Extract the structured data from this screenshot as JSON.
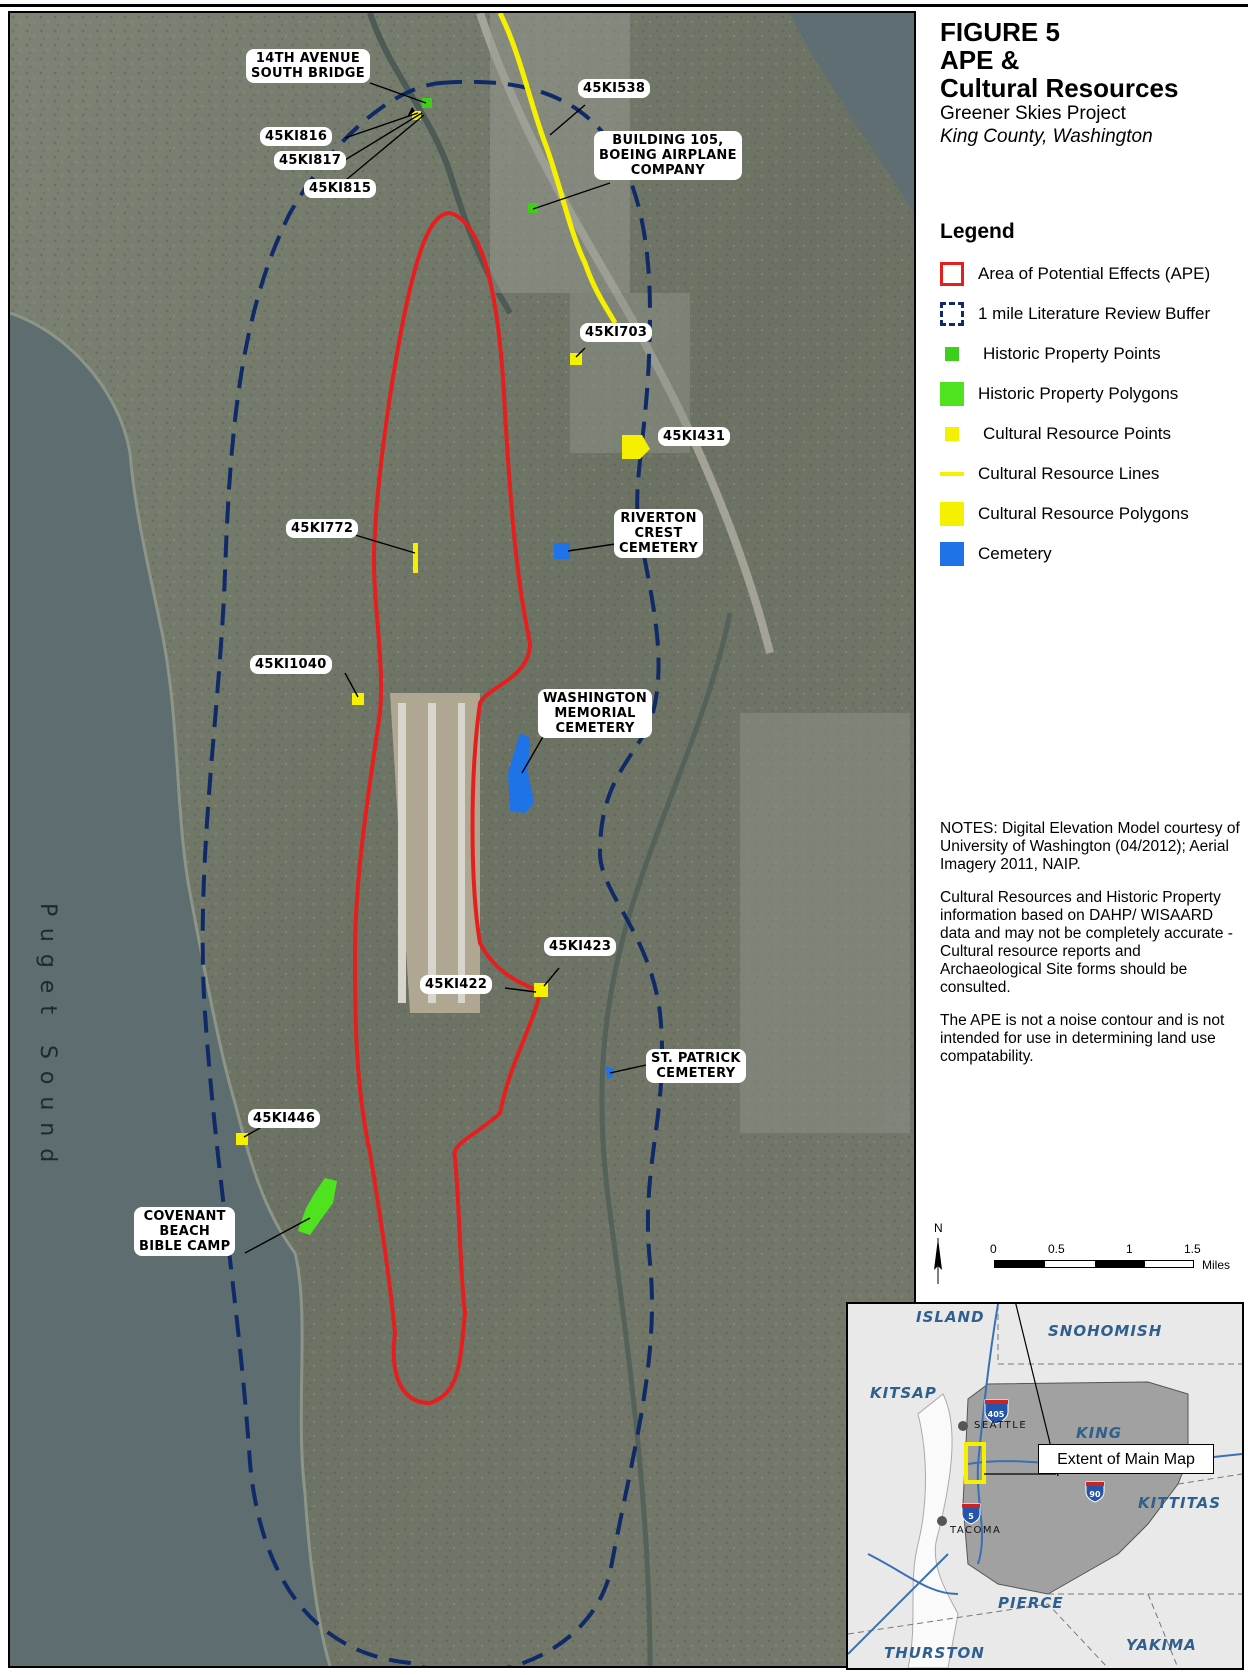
{
  "title": {
    "figure": "FIGURE 5",
    "line1": "APE &",
    "line2": "Cultural Resources",
    "project": "Greener Skies Project",
    "location": "King County, Washington"
  },
  "legend": {
    "title": "Legend",
    "items": [
      {
        "label": "Area of Potential Effects (APE)",
        "color": "#e61e1e",
        "kind": "outline"
      },
      {
        "label": "1 mile Literature Review Buffer",
        "color": "#0f2a66",
        "kind": "dashed-outline"
      },
      {
        "label": "Historic Property Points",
        "color": "#3ecf1a",
        "kind": "point"
      },
      {
        "label": "Historic Property Polygons",
        "color": "#4fe21e",
        "kind": "polygon"
      },
      {
        "label": "Cultural Resource Points",
        "color": "#f5f000",
        "kind": "point"
      },
      {
        "label": "Cultural Resource Lines",
        "color": "#f5f000",
        "kind": "line"
      },
      {
        "label": "Cultural Resource Polygons",
        "color": "#f5f000",
        "kind": "polygon"
      },
      {
        "label": "Cemetery",
        "color": "#1e73e6",
        "kind": "polygon"
      }
    ]
  },
  "notes": [
    "NOTES: Digital Elevation Model courtesy of University of Washington (04/2012); Aerial Imagery 2011, NAIP.",
    "Cultural Resources and Historic Property information based on DAHP/ WISAARD data and may not be completely accurate - Cultural resource reports and Archaeological Site forms should be consulted.",
    "The APE is not a noise contour and is not intended for use in determining land use compatability."
  ],
  "scale_bar": {
    "north": "N",
    "ticks": [
      "0",
      "0.5",
      "1",
      "1.5"
    ],
    "unit": "Miles"
  },
  "map_labels": {
    "bridge": "14TH AVENUE\nSOUTH BRIDGE",
    "ki538": "45KI538",
    "building105": "BUILDING 105,\nBOEING AIRPLANE\nCOMPANY",
    "ki816": "45KI816",
    "ki817": "45KI817",
    "ki815": "45KI815",
    "ki703": "45KI703",
    "ki431": "45KI431",
    "ki772": "45KI772",
    "riverton": "RIVERTON\nCREST\nCEMETERY",
    "ki1040": "45KI1040",
    "washington_memorial": "WASHINGTON\nMEMORIAL\nCEMETERY",
    "ki423": "45KI423",
    "ki422": "45KI422",
    "st_patrick": "ST. PATRICK\nCEMETERY",
    "ki446": "45KI446",
    "covenant": "COVENANT\nBEACH\nBIBLE CAMP",
    "puget_sound": "Puget Sound"
  },
  "inset": {
    "counties": [
      "ISLAND",
      "SNOHOMISH",
      "KITSAP",
      "KING",
      "KITTITAS",
      "PIERCE",
      "THURSTON",
      "YAKIMA"
    ],
    "cities": [
      "SEATTLE",
      "TACOMA"
    ],
    "highways": [
      "405",
      "90",
      "5"
    ],
    "extent_label": "Extent of Main Map"
  }
}
